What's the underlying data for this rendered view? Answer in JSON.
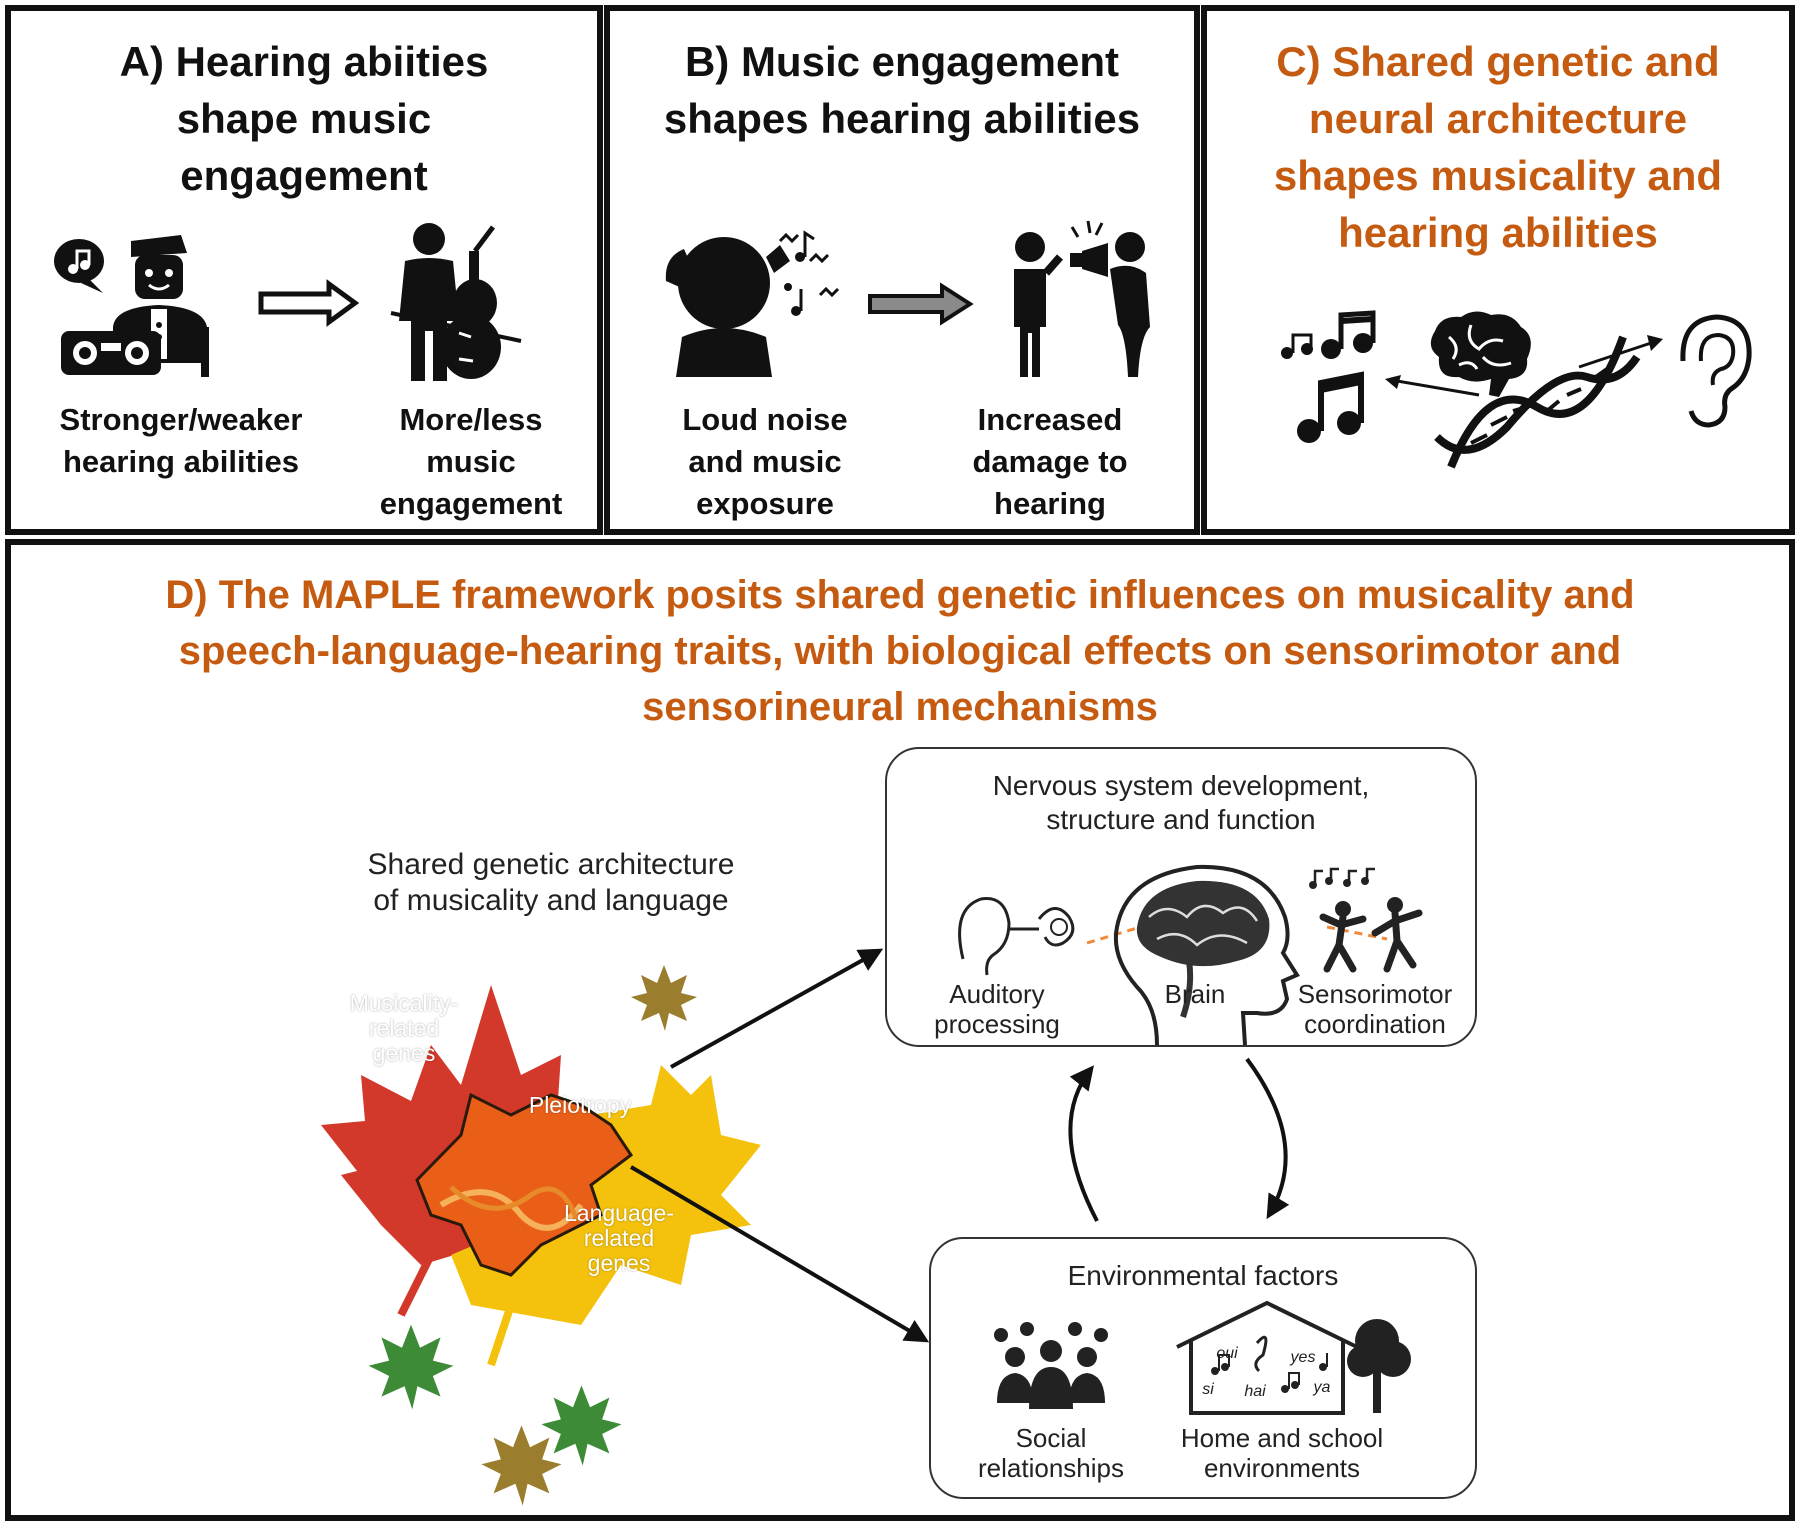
{
  "panels": {
    "a": {
      "title": "A) Hearing abiities\nshape music\nengagement",
      "left_caption": "Stronger/weaker\nhearing abilities",
      "right_caption": "More/less\nmusic\nengagement"
    },
    "b": {
      "title": "B) Music engagement\nshapes hearing abilities",
      "left_caption": "Loud noise\nand music\nexposure",
      "right_caption": "Increased\ndamage to\nhearing"
    },
    "c": {
      "title": "C) Shared genetic and\nneural architecture\nshapes musicality and\nhearing abilities"
    },
    "d": {
      "title": "D) The MAPLE framework posits shared genetic influences on musicality and\nspeech-language-hearing traits, with biological effects on sensorimotor and\nsensorineural mechanisms",
      "genetic_heading": "Shared genetic architecture\nof musicality and language",
      "musicality_leaf": "Musicality-\nrelated\ngenes",
      "pleiotropy_label": "Pleiotropy",
      "language_leaf": "Language-\nrelated\ngenes",
      "nervous_box": {
        "heading": "Nervous system development,\nstructure and function",
        "auditory": "Auditory\nprocessing",
        "brain": "Brain",
        "sensorimotor": "Sensorimotor\ncoordination"
      },
      "environment_box": {
        "heading": "Environmental factors",
        "social": "Social\nrelationships",
        "home": "Home and school\nenvironments",
        "house_words": [
          "oui",
          "yes",
          "si",
          "hai",
          "ya"
        ]
      }
    }
  },
  "colors": {
    "heading_orange": "#c55a11",
    "maple_red": "#d2392b",
    "pleiotropy_orange": "#ea5f17",
    "language_yellow": "#f4c20d",
    "leaf_green": "#3d8b37",
    "leaf_olive": "#9a7d2d",
    "dashed_connector": "#f08a3a"
  },
  "icons": [
    "music-note-icon",
    "dj-person-icon",
    "cellist-icon",
    "covered-ears-icon",
    "megaphone-shout-icon",
    "brain-icon",
    "dna-icon",
    "ear-icon",
    "maple-leaf-icon",
    "dancers-icon",
    "people-group-icon",
    "house-tree-icon"
  ]
}
